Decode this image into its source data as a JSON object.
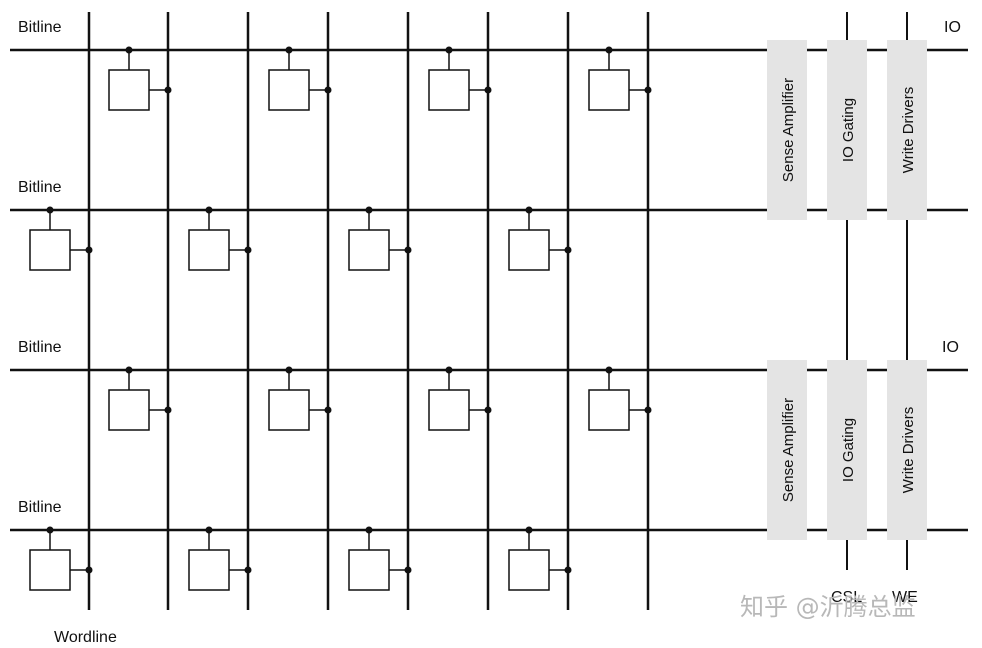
{
  "labels": {
    "bitline": "Bitline",
    "io": "IO",
    "wordline": "Wordline",
    "csl": "CSL",
    "we": "WE"
  },
  "blocks": {
    "sense_amplifier": "Sense Amplifier",
    "io_gating": "IO Gating",
    "write_drivers": "Write Drivers"
  },
  "watermark": "知乎 @沂腾总监",
  "colors": {
    "line": "#111111",
    "cell_fill": "#ffffff",
    "block_fill": "#e4e4e4",
    "watermark": "#b8b8b8"
  }
}
